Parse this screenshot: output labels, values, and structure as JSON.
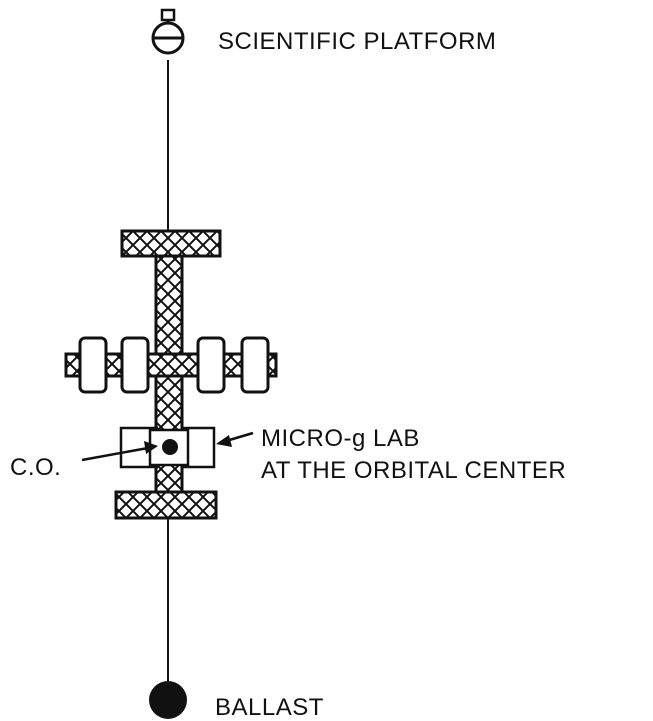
{
  "labels": {
    "top": "SCIENTIFIC PLATFORM",
    "lab_line1": "MICRO-g LAB",
    "lab_line2": "AT THE ORBITAL CENTER",
    "co": "C.O.",
    "bottom": "BALLAST"
  },
  "colors": {
    "ink": "#111111",
    "background": "#ffffff"
  }
}
